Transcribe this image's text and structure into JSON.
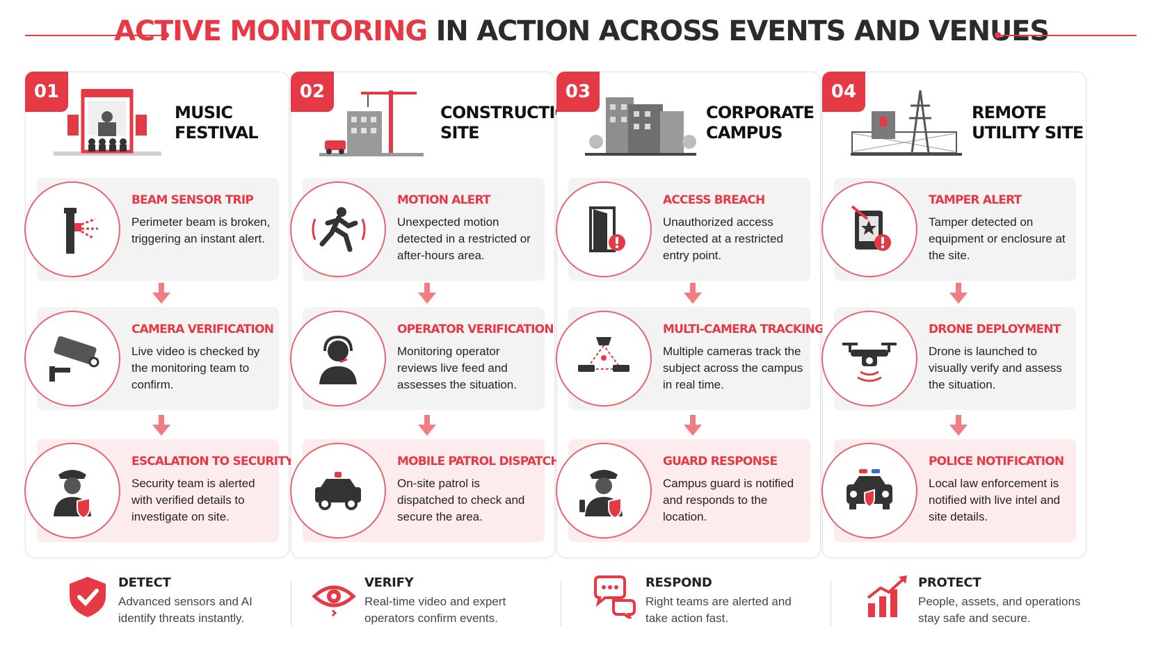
{
  "header": {
    "title_highlight": "ACTIVE MONITORING",
    "title_rest": " IN ACTION ACROSS EVENTS AND VENUES"
  },
  "colors": {
    "accent": "#e63946",
    "dark": "#2b2b2b",
    "panel": "#f3f3f3",
    "panel_alert": "#fdeced"
  },
  "columns": [
    {
      "number": "01",
      "title": "MUSIC\nFESTIVAL",
      "scene_icon": "stage-icon",
      "steps": [
        {
          "title": "BEAM SENSOR TRIP",
          "desc": "Perimeter beam is broken, triggering an instant alert.",
          "icon": "beam-sensor-icon"
        },
        {
          "title": "CAMERA VERIFICATION",
          "desc": "Live video is checked by the monitoring team to confirm.",
          "icon": "cctv-camera-icon"
        },
        {
          "title": "ESCALATION TO SECURITY",
          "desc": "Security team is alerted with verified details to investigate on site.",
          "icon": "security-guard-icon"
        }
      ]
    },
    {
      "number": "02",
      "title": "CONSTRUCTION\nSITE",
      "scene_icon": "crane-icon",
      "steps": [
        {
          "title": "MOTION ALERT",
          "desc": "Unexpected motion detected in a restricted or after-hours area.",
          "icon": "running-person-icon"
        },
        {
          "title": "OPERATOR VERIFICATION",
          "desc": "Monitoring operator reviews live feed and assesses the situation.",
          "icon": "operator-headset-icon"
        },
        {
          "title": "MOBILE PATROL DISPATCH",
          "desc": "On-site patrol is dispatched to check and secure the area.",
          "icon": "patrol-car-icon"
        }
      ]
    },
    {
      "number": "03",
      "title": "CORPORATE\nCAMPUS",
      "scene_icon": "office-building-icon",
      "steps": [
        {
          "title": "ACCESS BREACH",
          "desc": "Unauthorized access detected at a restricted entry point.",
          "icon": "door-alert-icon"
        },
        {
          "title": "MULTI-CAMERA TRACKING",
          "desc": "Multiple cameras track the subject across the campus in real time.",
          "icon": "multi-camera-icon"
        },
        {
          "title": "GUARD RESPONSE",
          "desc": "Campus guard is notified and responds to the location.",
          "icon": "guard-radio-icon"
        }
      ]
    },
    {
      "number": "04",
      "title": "REMOTE\nUTILITY SITE",
      "scene_icon": "power-tower-icon",
      "steps": [
        {
          "title": "TAMPER ALERT",
          "desc": "Tamper detected on equipment or enclosure at the site.",
          "icon": "tamper-box-icon"
        },
        {
          "title": "DRONE DEPLOYMENT",
          "desc": "Drone is launched to visually verify and assess the situation.",
          "icon": "drone-icon"
        },
        {
          "title": "POLICE NOTIFICATION",
          "desc": "Local law enforcement is notified with live intel and site details.",
          "icon": "police-car-icon"
        }
      ]
    }
  ],
  "footer": [
    {
      "title": "DETECT",
      "desc": "Advanced sensors and AI identify threats instantly.",
      "icon": "shield-check-icon"
    },
    {
      "title": "VERIFY",
      "desc": "Real-time video and expert operators confirm events.",
      "icon": "eye-icon"
    },
    {
      "title": "RESPOND",
      "desc": "Right teams are alerted and take action fast.",
      "icon": "chat-bubbles-icon"
    },
    {
      "title": "PROTECT",
      "desc": "People, assets, and operations stay safe and secure.",
      "icon": "growth-chart-icon"
    }
  ]
}
